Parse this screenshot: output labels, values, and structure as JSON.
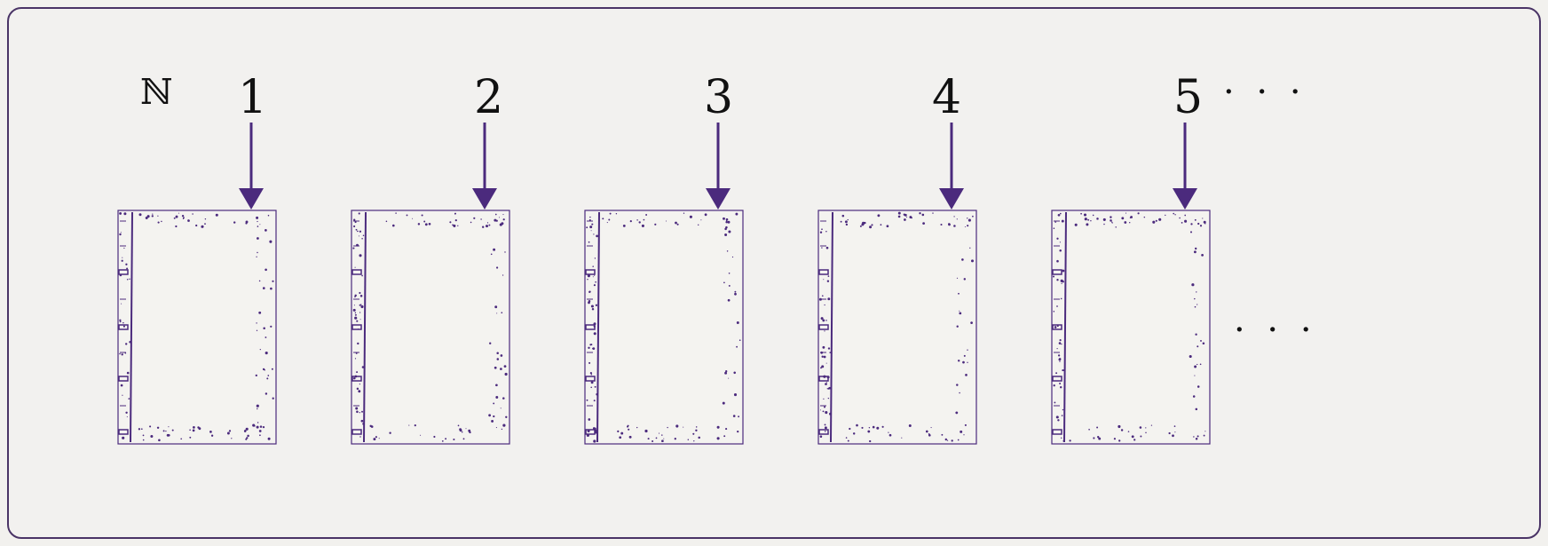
{
  "set_symbol": "ℕ",
  "ellipsis_top": "· · ·",
  "ellipsis_right": "· · ·",
  "colors": {
    "accent": "#4b2a7d",
    "border": "#4a3466",
    "background": "#f2f1ee",
    "text": "#111111"
  },
  "books": [
    {
      "label": "1"
    },
    {
      "label": "2"
    },
    {
      "label": "3"
    },
    {
      "label": "4"
    },
    {
      "label": "5"
    }
  ]
}
